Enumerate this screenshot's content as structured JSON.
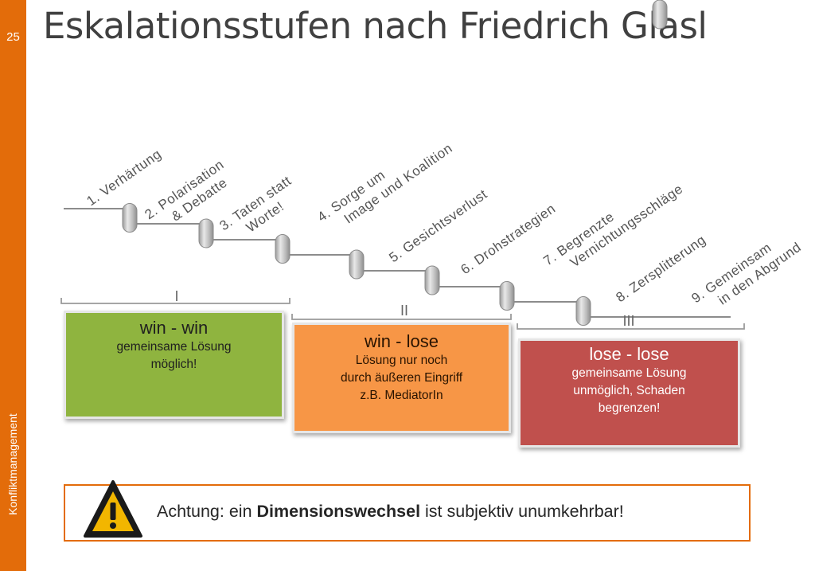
{
  "page_number": "25",
  "title": "Eskalationsstufen nach Friedrich Glasl",
  "side_label": "Konfliktmanagement",
  "stages": [
    {
      "line1": "1. Verhärtung",
      "line2": ""
    },
    {
      "line1": "2. Polarisation",
      "line2": "& Debatte"
    },
    {
      "line1": "3. Taten statt",
      "line2": "Worte!"
    },
    {
      "line1": "4. Sorge um",
      "line2": "Image und Koalition"
    },
    {
      "line1": "5. Gesichtsverlust",
      "line2": ""
    },
    {
      "line1": "6. Drohstrategien",
      "line2": ""
    },
    {
      "line1": "7. Begrenzte",
      "line2": "Vernichtungsschläge"
    },
    {
      "line1": "8. Zersplitterung",
      "line2": ""
    },
    {
      "line1": "9. Gemeinsam",
      "line2": "in den Abgrund"
    }
  ],
  "levels": [
    {
      "roman": "I",
      "heading": "win - win",
      "lines": [
        "gemeinsame Lösung",
        "möglich!"
      ],
      "color": "#8fb43f"
    },
    {
      "roman": "II",
      "heading": "win - lose",
      "lines": [
        "Lösung nur noch",
        "durch äußeren Eingriff",
        "z.B. MediatorIn"
      ],
      "color": "#f79646"
    },
    {
      "roman": "III",
      "heading": "lose - lose",
      "lines": [
        "gemeinsame Lösung",
        "unmöglich, Schaden",
        "begrenzen!"
      ],
      "color": "#c0504d"
    }
  ],
  "warning": {
    "prefix": "Achtung: ein ",
    "bold": "Dimensionswechsel",
    "suffix": " ist subjektiv unumkehrbar!",
    "icon": "warning-triangle-icon"
  },
  "colors": {
    "accent": "#e36c0a",
    "title": "#404040"
  }
}
